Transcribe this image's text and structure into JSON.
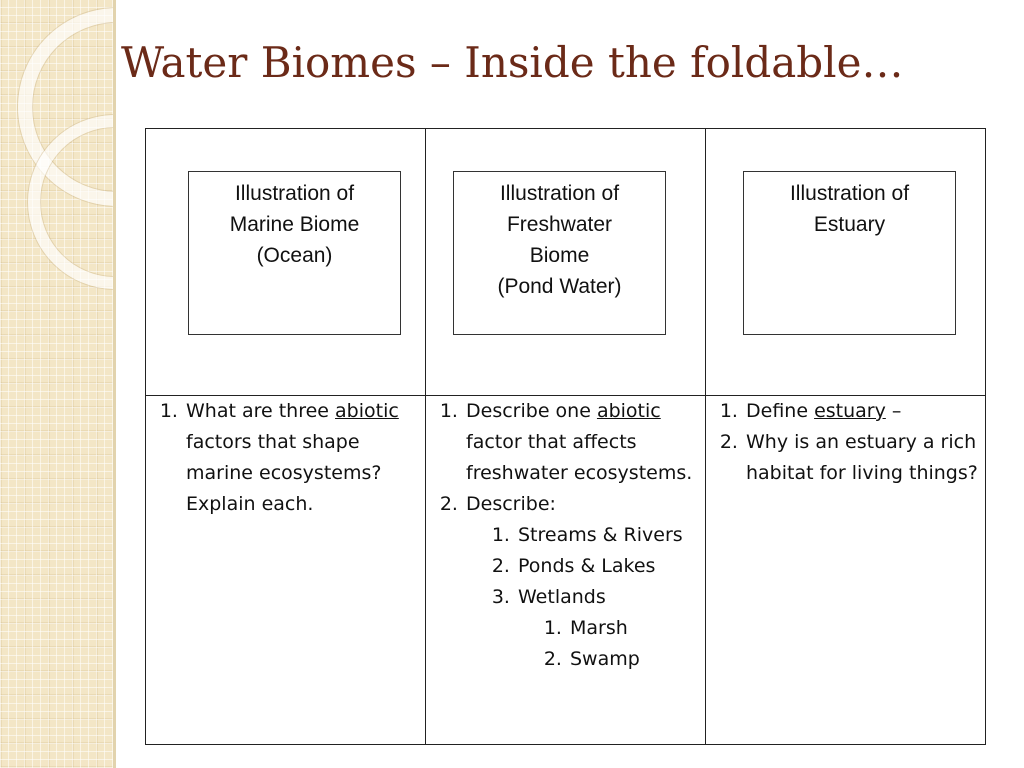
{
  "title": "Water Biomes – Inside the foldable…",
  "columns": [
    {
      "illustration": [
        "Illustration of",
        "Marine Biome",
        "(Ocean)"
      ],
      "questions": {
        "q1": {
          "pre": "What are three ",
          "term": "abiotic",
          "post": " factors that shape marine ecosystems?  Explain each."
        }
      }
    },
    {
      "illustration": [
        "Illustration of",
        "Freshwater",
        "Biome",
        "(Pond Water)"
      ],
      "questions": {
        "q1": {
          "pre": "Describe one ",
          "term": "abiotic",
          "post": " factor that affects freshwater ecosystems."
        },
        "q2": {
          "text": "Describe:",
          "sub": [
            "Streams & Rivers",
            "Ponds & Lakes",
            "Wetlands"
          ],
          "wetlands_sub": [
            "Marsh",
            "Swamp"
          ]
        }
      }
    },
    {
      "illustration": [
        "Illustration of",
        "Estuary"
      ],
      "questions": {
        "q1": {
          "pre": "Define ",
          "term": "estuary",
          "post": " –"
        },
        "q2": {
          "text": "Why is an estuary a rich habitat for living things?"
        }
      }
    }
  ]
}
